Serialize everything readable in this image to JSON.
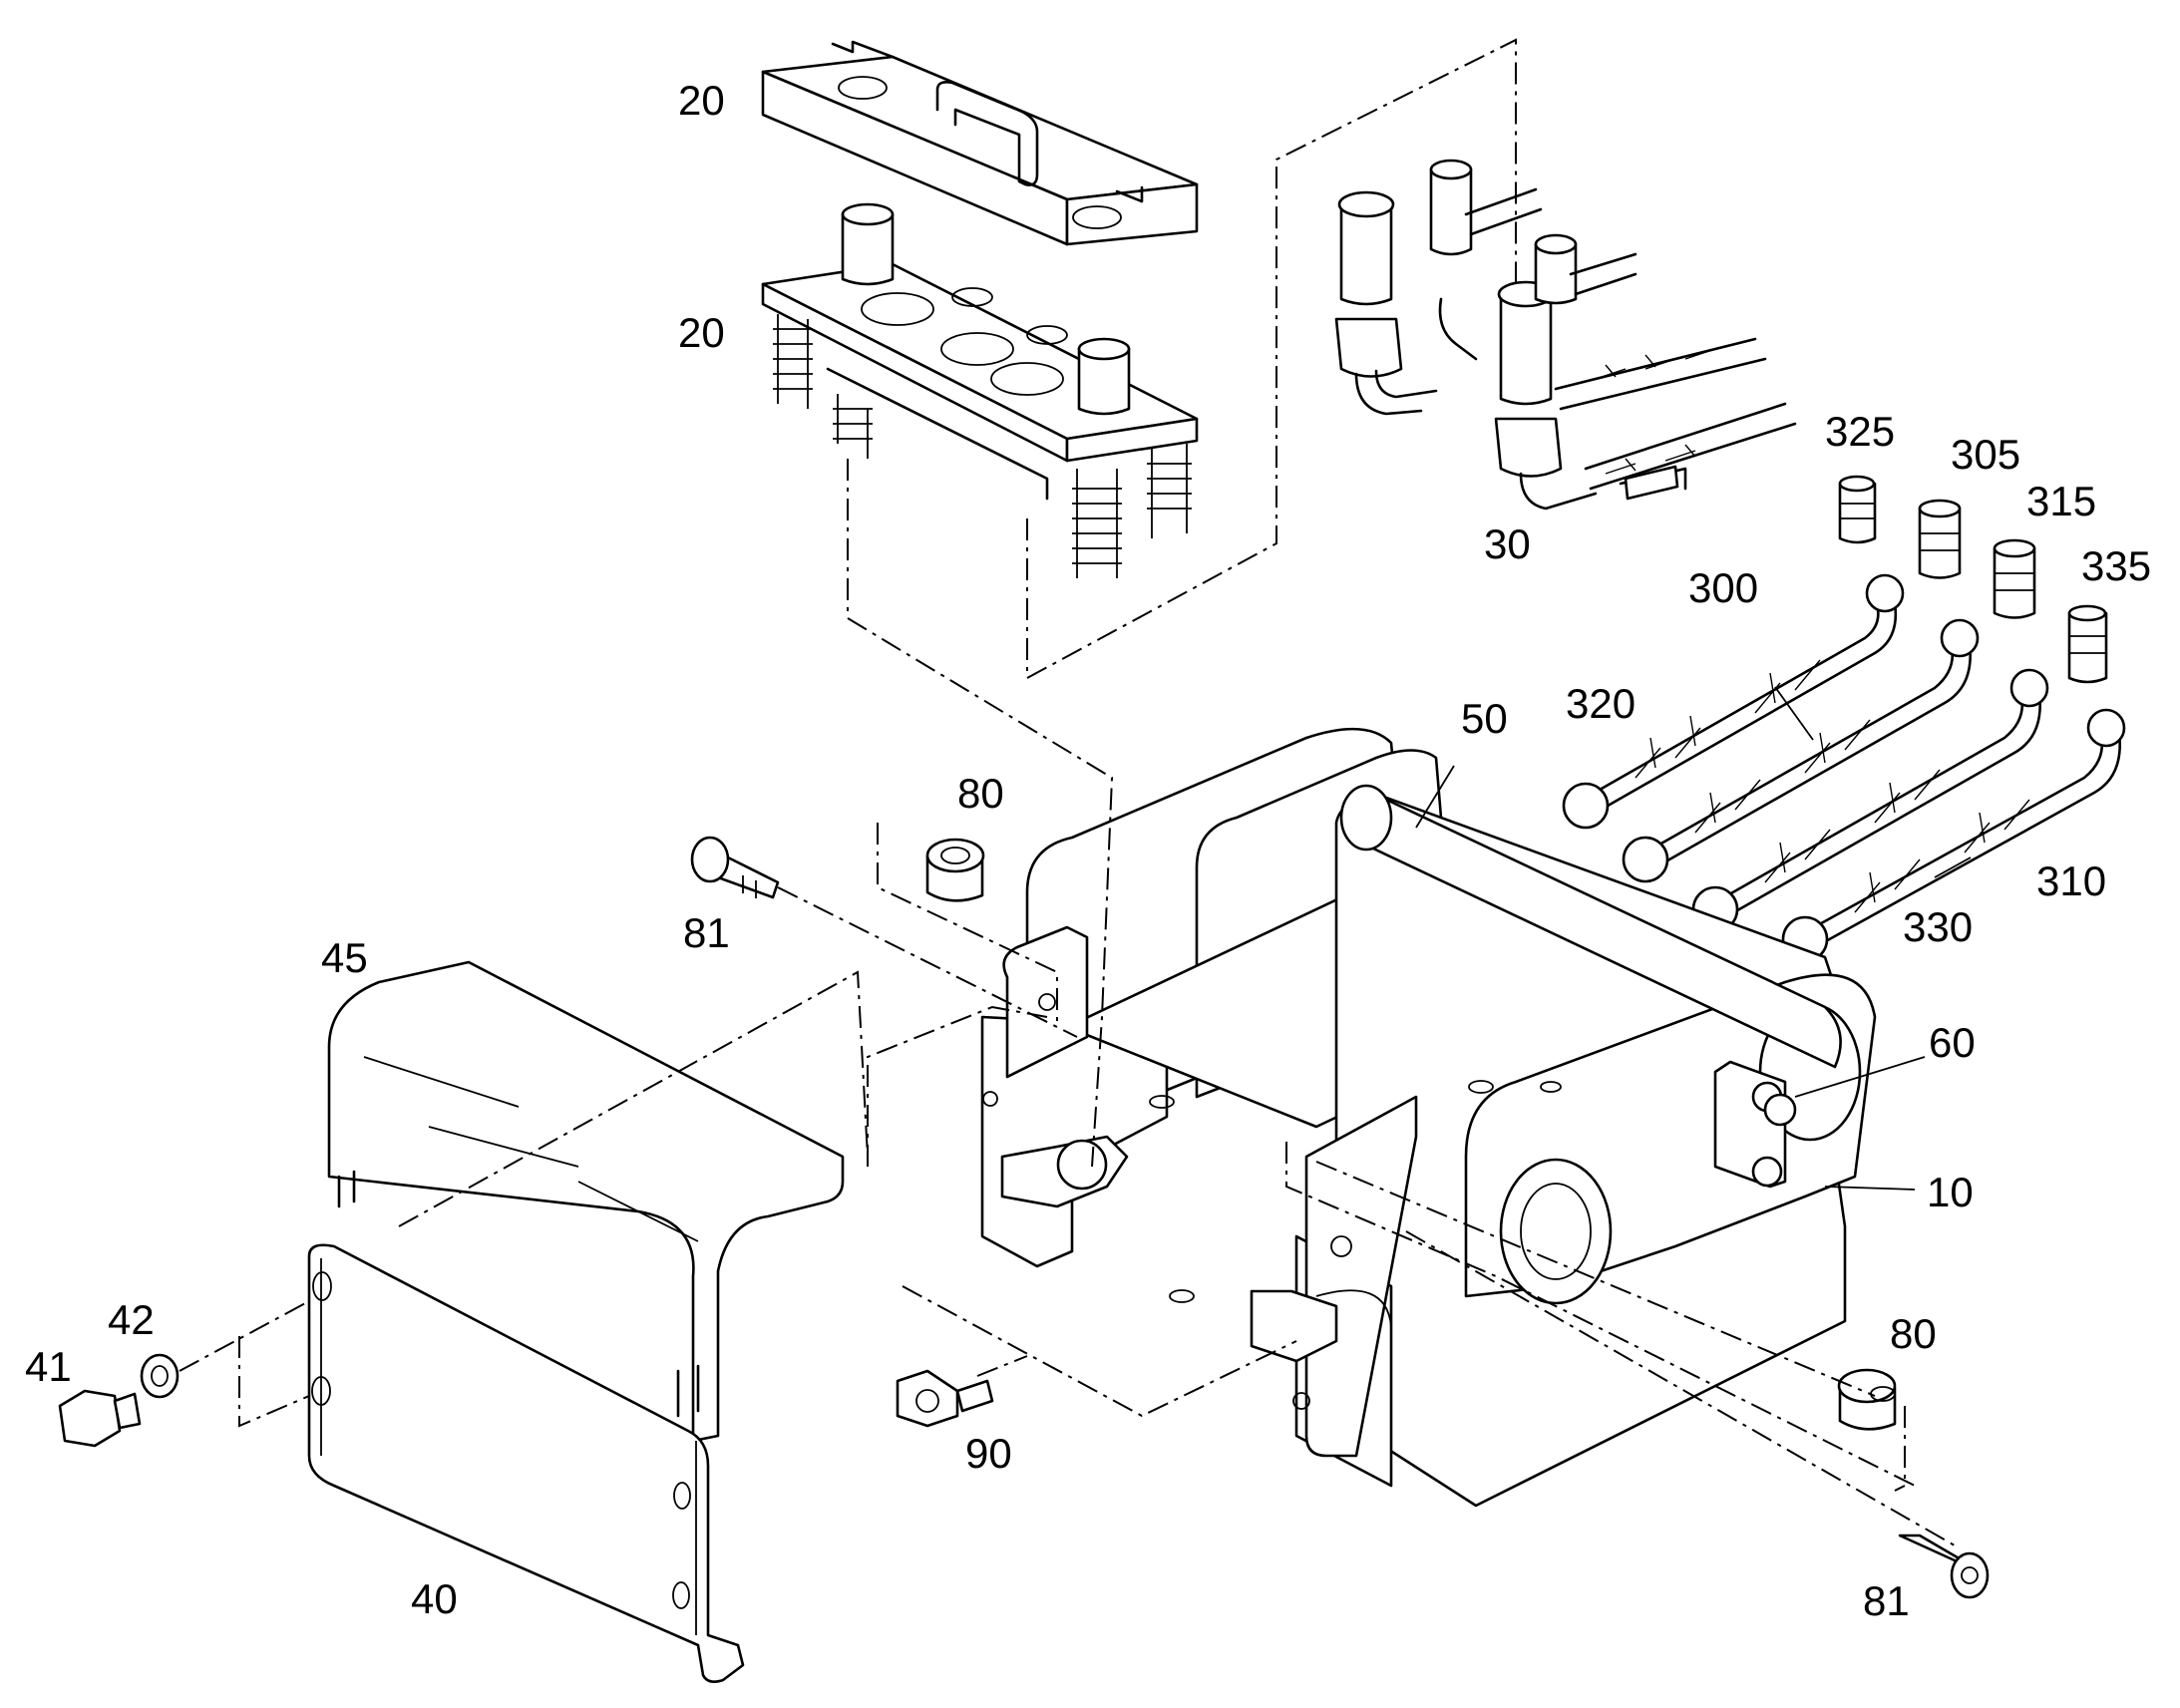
{
  "callouts": {
    "c20a": "20",
    "c20b": "20",
    "c30": "30",
    "c325": "325",
    "c305": "305",
    "c315": "315",
    "c335": "335",
    "c300": "300",
    "c320": "320",
    "c50": "50",
    "c310": "310",
    "c330": "330",
    "c80a": "80",
    "c81a": "81",
    "c45": "45",
    "c60": "60",
    "c10": "10",
    "c42": "42",
    "c41": "41",
    "c90": "90",
    "c80b": "80",
    "c81b": "81",
    "c40": "40"
  }
}
